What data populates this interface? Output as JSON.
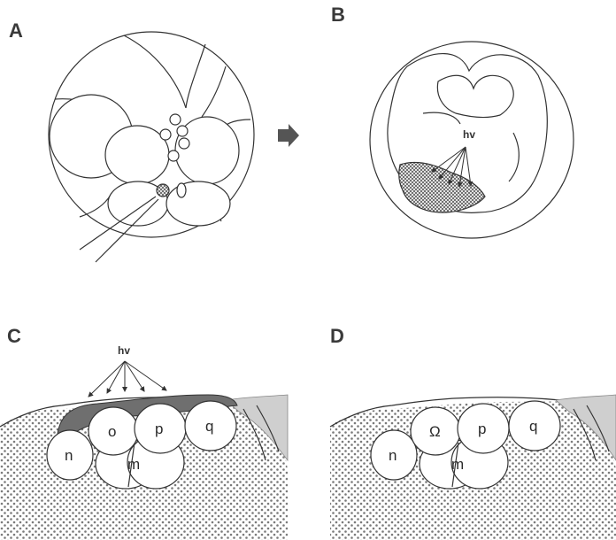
{
  "panels": {
    "a": {
      "letter": "A"
    },
    "b": {
      "letter": "B",
      "light_label": "hv"
    },
    "c": {
      "letter": "C",
      "light_label": "hv",
      "cells": {
        "n": "n",
        "o": "o",
        "p": "p",
        "q": "q",
        "m": "m"
      }
    },
    "d": {
      "letter": "D",
      "cells": {
        "n": "n",
        "o": "Ω",
        "p": "p",
        "q": "q",
        "m": "m"
      }
    }
  },
  "colors": {
    "outline": "#333333",
    "irradiated_fill": "#6f6f6f",
    "dots": "#7a7a7a",
    "arrow": "#555555",
    "background": "#ffffff"
  }
}
